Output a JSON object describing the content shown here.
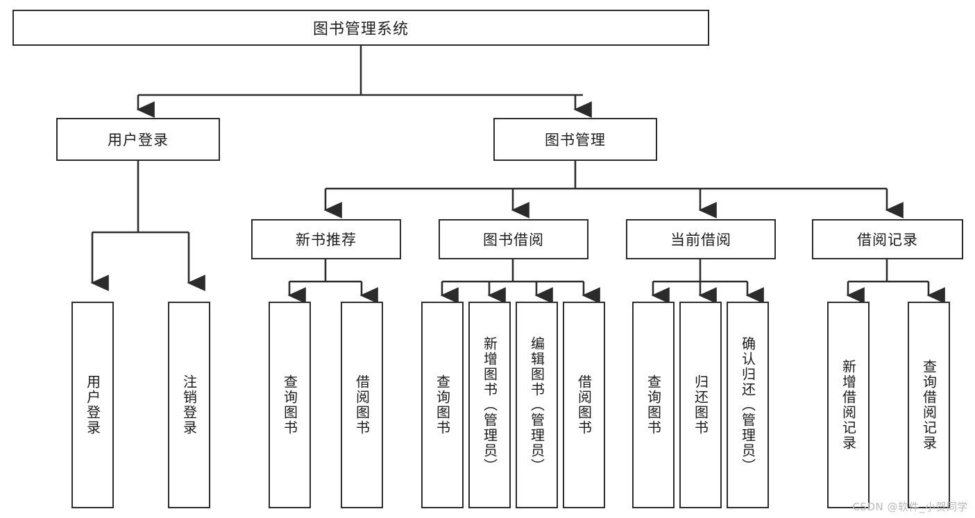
{
  "diagram": {
    "type": "tree-hierarchy-chart",
    "title": "图书管理系统",
    "stroke_color": "#2b2b2b",
    "background_color": "#ffffff",
    "levels": [
      {
        "level": 1,
        "nodes": [
          {
            "id": "root",
            "label": "图书管理系统",
            "orientation": "horizontal"
          }
        ]
      },
      {
        "level": 2,
        "nodes": [
          {
            "id": "user_login",
            "label": "用户登录",
            "orientation": "horizontal",
            "parent": "root"
          },
          {
            "id": "book_mgmt",
            "label": "图书管理",
            "orientation": "horizontal",
            "parent": "root"
          }
        ]
      },
      {
        "level": 3,
        "nodes": [
          {
            "id": "new_book_rec",
            "label": "新书推荐",
            "orientation": "horizontal",
            "parent": "book_mgmt"
          },
          {
            "id": "book_borrow",
            "label": "图书借阅",
            "orientation": "horizontal",
            "parent": "book_mgmt"
          },
          {
            "id": "current_borrow",
            "label": "当前借阅",
            "orientation": "horizontal",
            "parent": "book_mgmt"
          },
          {
            "id": "borrow_record",
            "label": "借阅记录",
            "orientation": "horizontal",
            "parent": "book_mgmt"
          }
        ]
      },
      {
        "level": 4,
        "nodes": [
          {
            "id": "leaf_1",
            "label": "用户登录",
            "orientation": "vertical",
            "parent": "user_login"
          },
          {
            "id": "leaf_2",
            "label": "注销登录",
            "orientation": "vertical",
            "parent": "user_login"
          },
          {
            "id": "leaf_3",
            "label": "查询图书",
            "orientation": "vertical",
            "parent": "new_book_rec"
          },
          {
            "id": "leaf_4",
            "label": "借阅图书",
            "orientation": "vertical",
            "parent": "new_book_rec"
          },
          {
            "id": "leaf_5",
            "label": "查询图书",
            "orientation": "vertical",
            "parent": "book_borrow"
          },
          {
            "id": "leaf_6",
            "label": "新增图书（管理员）",
            "orientation": "vertical",
            "parent": "book_borrow"
          },
          {
            "id": "leaf_7",
            "label": "编辑图书（管理员）",
            "orientation": "vertical",
            "parent": "book_borrow"
          },
          {
            "id": "leaf_8",
            "label": "借阅图书",
            "orientation": "vertical",
            "parent": "book_borrow"
          },
          {
            "id": "leaf_9",
            "label": "查询图书",
            "orientation": "vertical",
            "parent": "current_borrow"
          },
          {
            "id": "leaf_10",
            "label": "归还图书",
            "orientation": "vertical",
            "parent": "current_borrow"
          },
          {
            "id": "leaf_11",
            "label": "确认归还（管理员）",
            "orientation": "vertical",
            "parent": "current_borrow"
          },
          {
            "id": "leaf_12",
            "label": "新增借阅记录",
            "orientation": "vertical",
            "parent": "borrow_record"
          },
          {
            "id": "leaf_13",
            "label": "查询借阅记录",
            "orientation": "vertical",
            "parent": "borrow_record"
          }
        ]
      }
    ]
  },
  "watermark": {
    "text": "CSDN @软件_小贺同学"
  }
}
